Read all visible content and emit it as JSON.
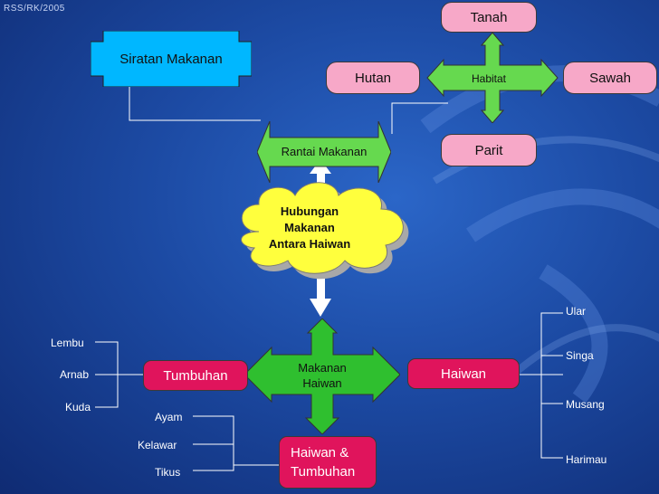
{
  "stamp": "RSS/RK/2005",
  "top": {
    "siratan": "Siratan Makanan",
    "habitat": "Habitat",
    "tanah": "Tanah",
    "hutan": "Hutan",
    "sawah": "Sawah",
    "parit": "Parit",
    "rantai": "Rantai Makanan"
  },
  "center": {
    "hubungan": [
      "Hubungan",
      "Makanan",
      "Antara Haiwan"
    ]
  },
  "bottom": {
    "makanan": [
      "Makanan",
      "Haiwan"
    ],
    "tumbuhan": "Tumbuhan",
    "haiwan": "Haiwan",
    "haiwan_tumbuhan": [
      "Haiwan &",
      "Tumbuhan"
    ],
    "tumbuhan_eaters": [
      "Lembu",
      "Arnab",
      "Kuda"
    ],
    "haiwan_eaters": [
      "Ular",
      "Singa",
      "Musang",
      "Harimau"
    ],
    "omnivores": [
      "Ayam",
      "Kelawar",
      "Tikus"
    ]
  },
  "colors": {
    "pink": "#f7a8c8",
    "green": "#66d94f",
    "magenta": "#e0145c",
    "cyan": "#00b7ff",
    "yellow": "#ffff3d"
  }
}
